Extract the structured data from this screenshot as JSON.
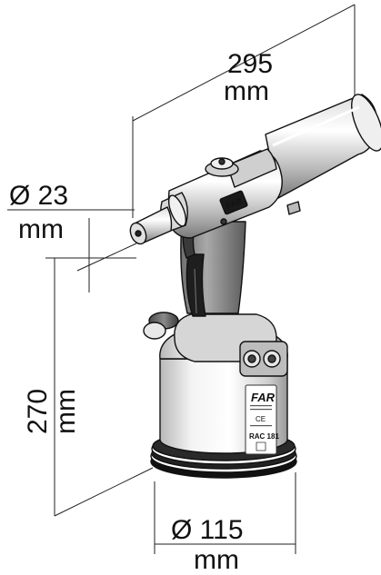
{
  "dimensions": {
    "length": {
      "value": "295",
      "unit": "mm"
    },
    "nose_diameter": {
      "value": "Ø 23",
      "unit": "mm"
    },
    "height": {
      "value": "270",
      "unit": "mm"
    },
    "base_diameter": {
      "value": "Ø 115",
      "unit": "mm"
    }
  },
  "label_plate": {
    "brand": "FAR",
    "ce_mark": "CE",
    "model": "RAC 181"
  },
  "head_badge": "FAR"
}
